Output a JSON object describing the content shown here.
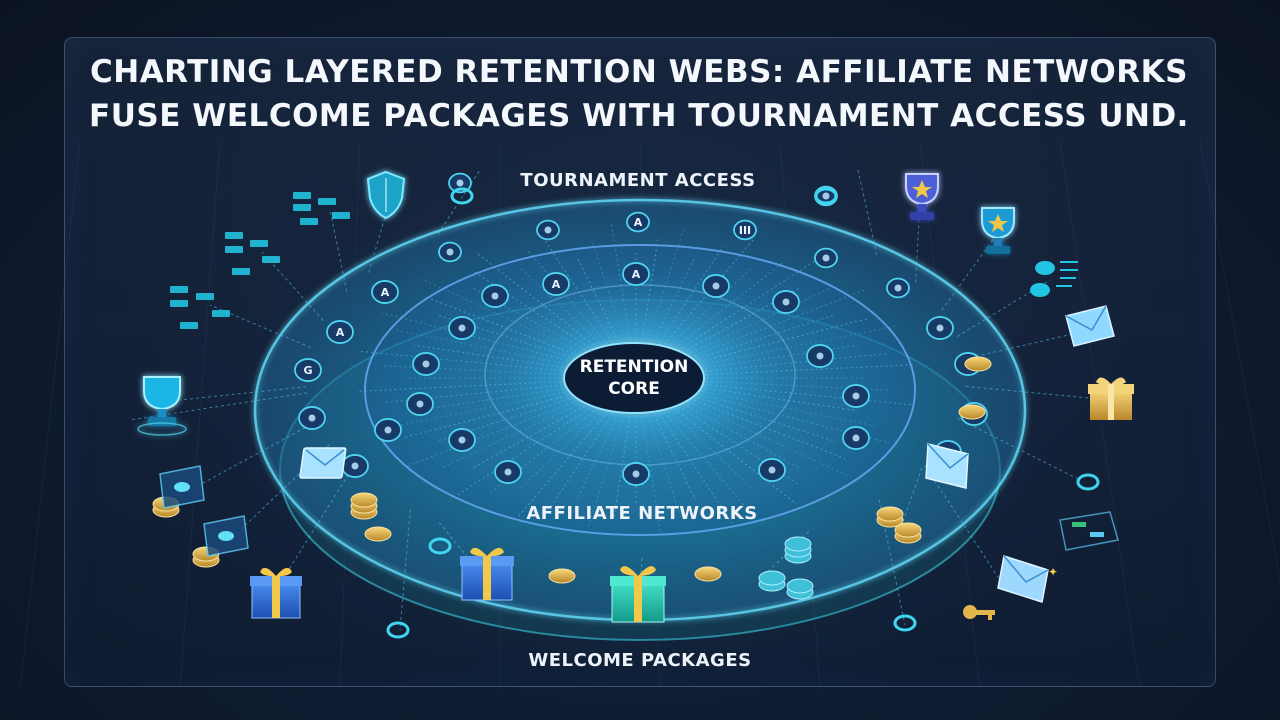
{
  "title_lines": [
    "CHARTING LAYERED RETENTION WEBS: AFFILIATE NETWORKS",
    "FUSE WELCOME PACKAGES WITH TOURNAMENT ACCESS UND."
  ],
  "layers": {
    "outer": "TOURNAMENT ACCESS",
    "middle": "AFFILIATE NETWORKS",
    "bottom": "WELCOME PACKAGES"
  },
  "core": {
    "line1": "RETENTION",
    "line2": "CORE"
  },
  "node_glyphs": [
    "A",
    "A",
    "A",
    "A",
    "A",
    "G",
    "III"
  ],
  "colors": {
    "background": "#0d1526",
    "ring_outer": "#1f8fb8",
    "ring_inner": "#2a6fb0",
    "node_fill": "#173a66",
    "node_stroke": "#4fd3f0",
    "core_fill": "#0e1d3a",
    "line_glow": "#58c8f0",
    "gold": "#e3b54a"
  },
  "icons": {
    "trophies": [
      "trophy-icon",
      "trophy-icon",
      "trophy-icon"
    ],
    "shield": "shield-icon",
    "envelopes": [
      "envelope-icon",
      "envelope-icon",
      "envelope-icon",
      "envelope-icon"
    ],
    "gifts": [
      "gift-icon",
      "gift-icon",
      "gift-icon",
      "gift-icon"
    ],
    "coins": [
      "coin-stack-icon"
    ],
    "key": "key-icon",
    "network_blocks": [
      "flowchart-icon"
    ]
  }
}
